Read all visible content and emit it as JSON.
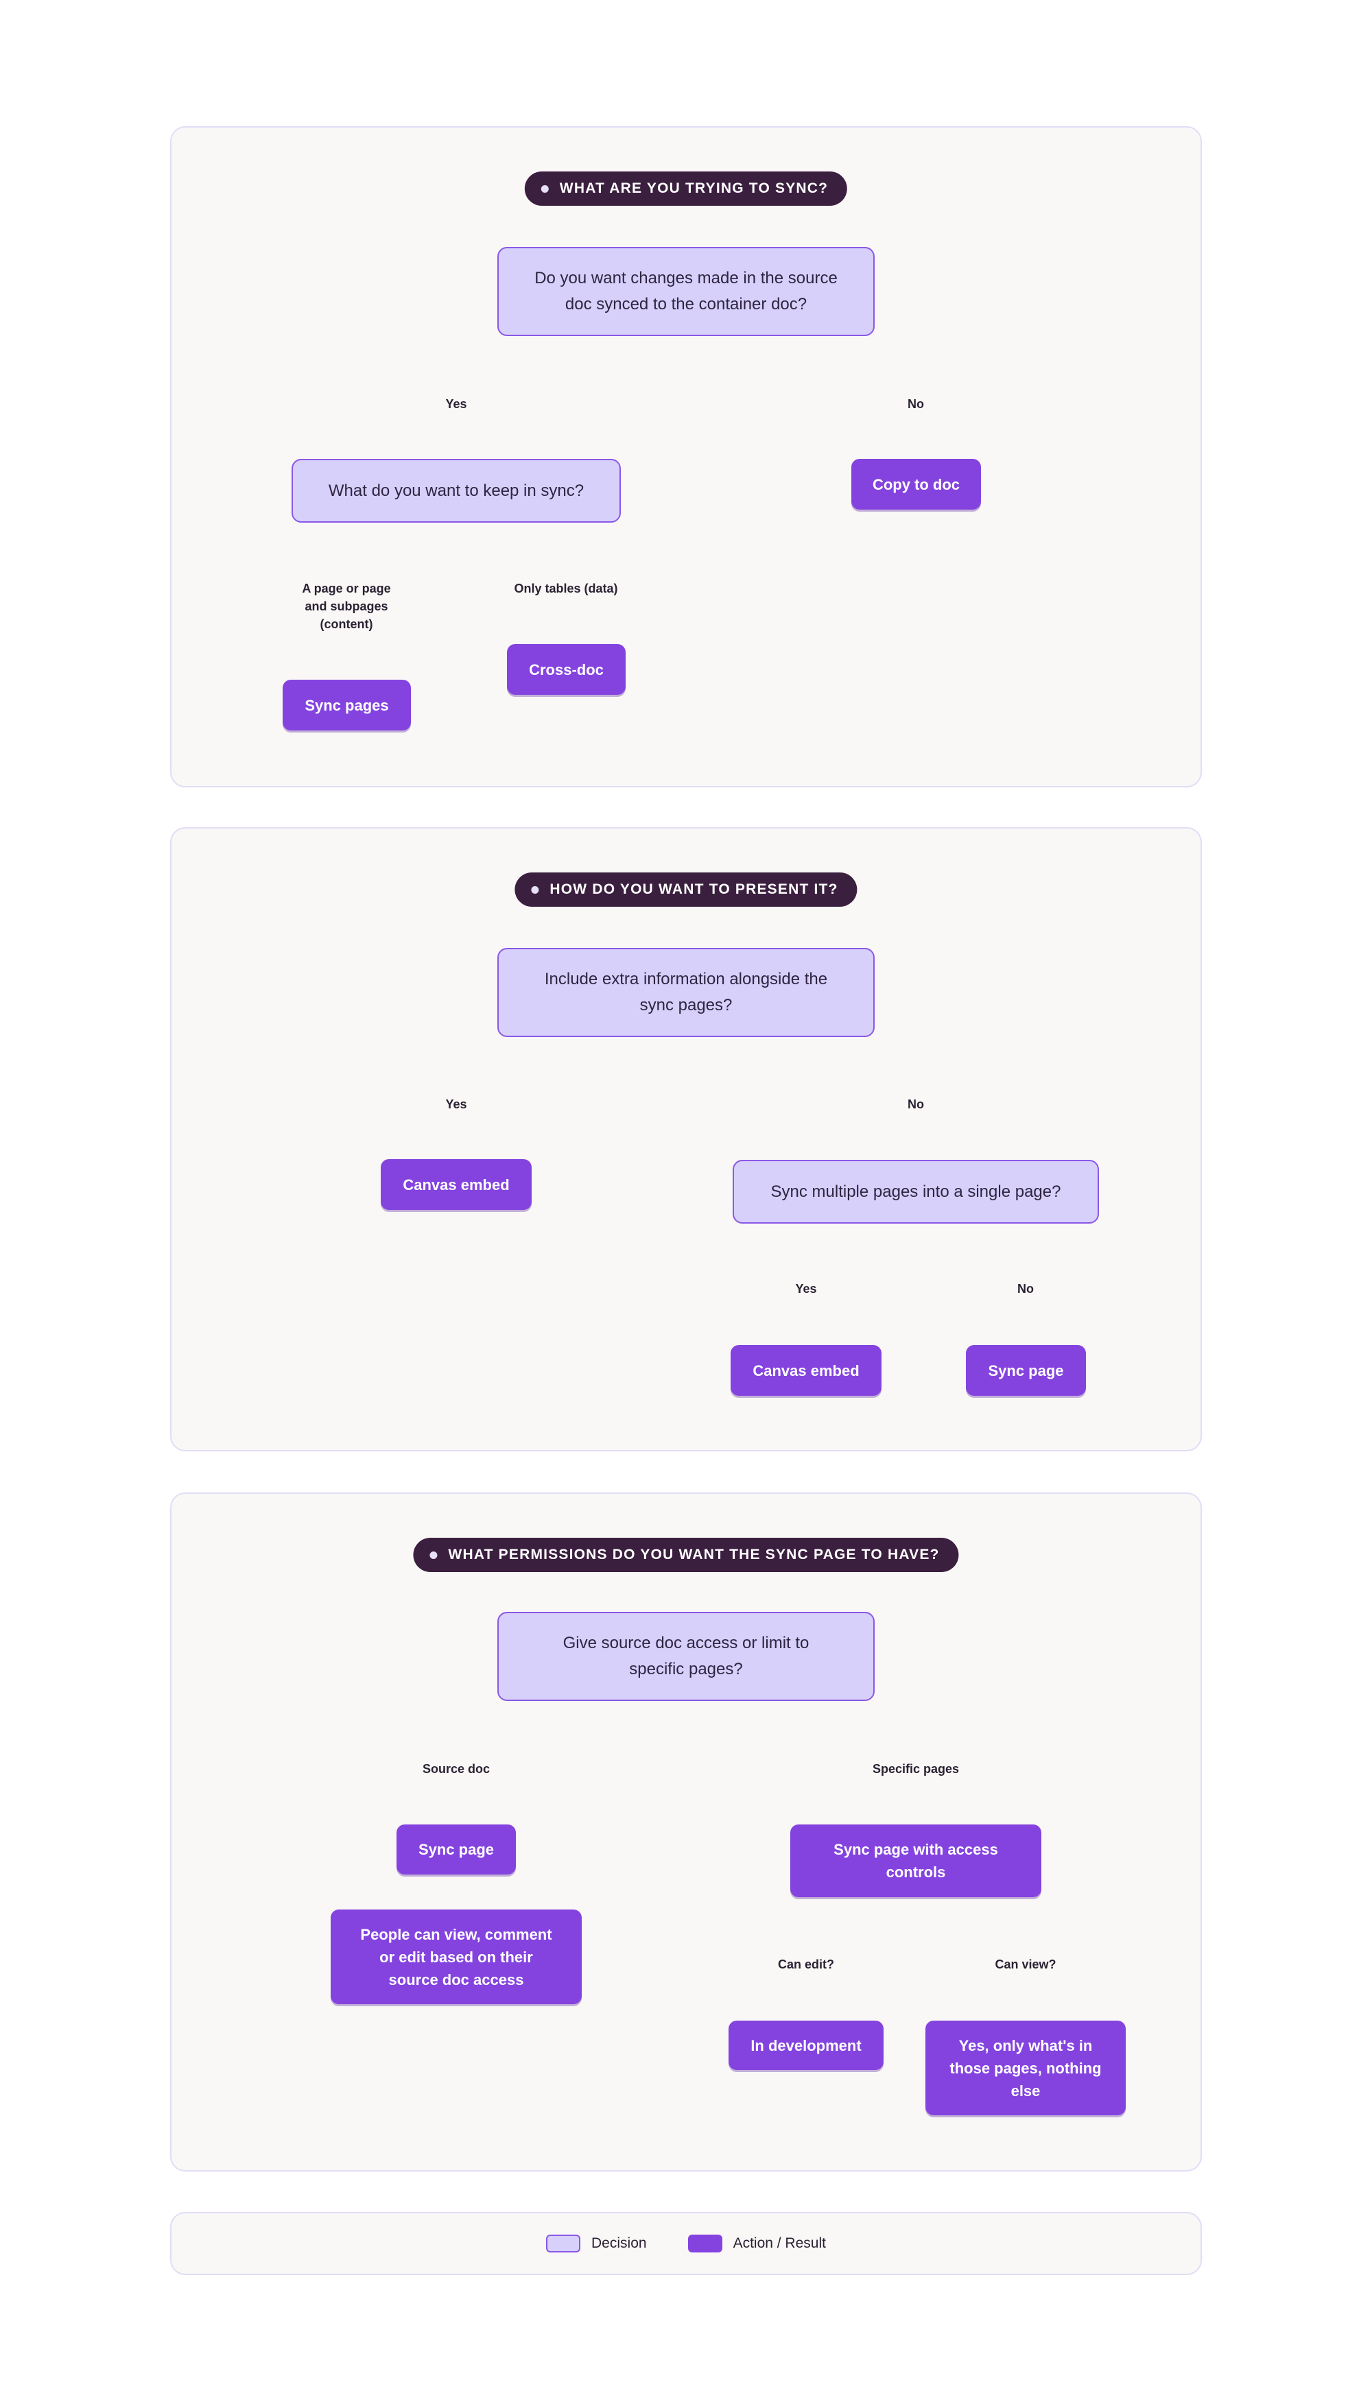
{
  "sections": [
    {
      "heading": "WHAT ARE YOU TRYING TO SYNC?",
      "question": "Do you want changes made in the source doc synced to the container doc?",
      "yes_label": "Yes",
      "no_label": "No",
      "no_result": "Copy to doc",
      "sub_question": "What do you want to keep in sync?",
      "sub_left_label": "A page or page and subpages (content)",
      "sub_right_label": "Only tables (data)",
      "sub_left_result": "Sync pages",
      "sub_right_result": "Cross-doc"
    },
    {
      "heading": "HOW DO YOU WANT TO PRESENT IT?",
      "question": "Include extra information alongside the sync pages?",
      "yes_label": "Yes",
      "no_label": "No",
      "yes_result": "Canvas embed",
      "sub_question": "Sync multiple pages into a single page?",
      "sub_yes_label": "Yes",
      "sub_no_label": "No",
      "sub_yes_result": "Canvas embed",
      "sub_no_result": "Sync page"
    },
    {
      "heading": "WHAT PERMISSIONS DO YOU WANT THE SYNC PAGE TO HAVE?",
      "question": "Give source doc access or limit to specific pages?",
      "left_label": "Source doc",
      "right_label": "Specific pages",
      "left_result": "Sync page",
      "left_detail": "People can view, comment or edit based on their source doc access",
      "right_result": "Sync page with access controls",
      "edit_label": "Can edit?",
      "view_label": "Can view?",
      "edit_result": "In development",
      "view_result": "Yes, only what's in those pages, nothing else"
    }
  ],
  "legend": {
    "decision": "Decision",
    "action": "Action / Result"
  },
  "colors": {
    "panel_bg": "#faf8f6",
    "panel_border": "#e2dcf6",
    "heading_bg": "#3b1f3f",
    "decision_fill": "#d6d0fb",
    "decision_border": "#8b58e6",
    "action_fill": "#8443df",
    "connector": "#a57ee6"
  }
}
